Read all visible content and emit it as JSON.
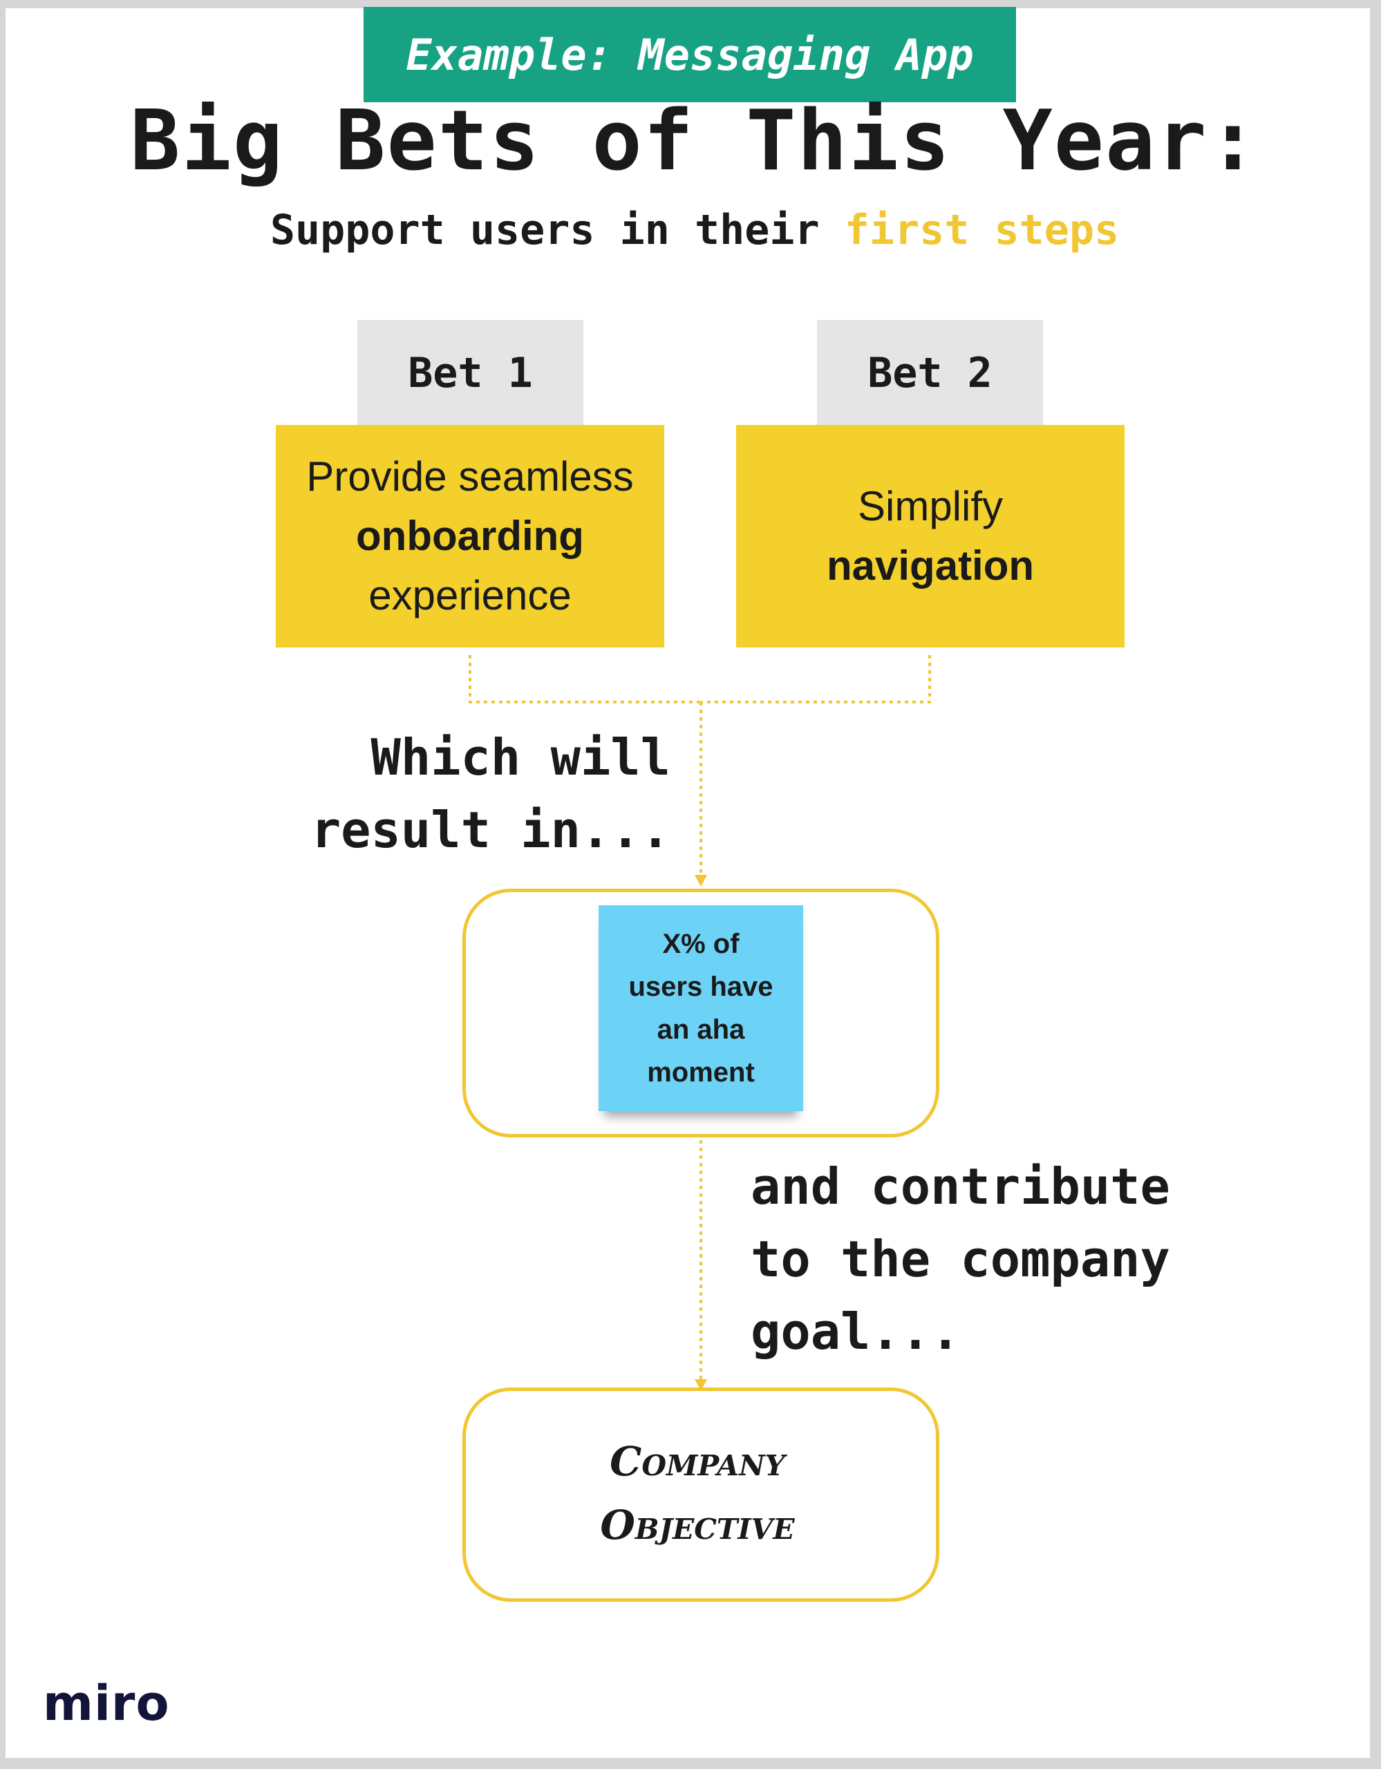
{
  "tag": "Example: Messaging App",
  "headline": "Big Bets of This Year:",
  "subhead": {
    "prefix": "Support users in their ",
    "highlight": "first steps"
  },
  "bets": [
    {
      "label": "Bet 1",
      "line1": "Provide seamless",
      "line2": "onboarding",
      "line3": "experience"
    },
    {
      "label": "Bet 2",
      "line1": "Simplify",
      "line2": "navigation"
    }
  ],
  "connector1": {
    "line1": "Which will",
    "line2": "result in..."
  },
  "outcome": {
    "line1": "X% of",
    "line2": "users have",
    "line3": "an aha",
    "line4": "moment"
  },
  "connector2": {
    "line1": "and contribute",
    "line2": "to the company",
    "line3": "goal..."
  },
  "objective": {
    "line1": "Company",
    "line2": "Objective"
  },
  "logo": "miro",
  "colors": {
    "tag_bg": "#16a283",
    "highlight": "#f0c733",
    "bet_card": "#f3d02b",
    "bet_tab": "#e5e5e5",
    "sticky": "#6dd3f6",
    "frame_border": "#f0c733",
    "logo": "#12143a"
  }
}
